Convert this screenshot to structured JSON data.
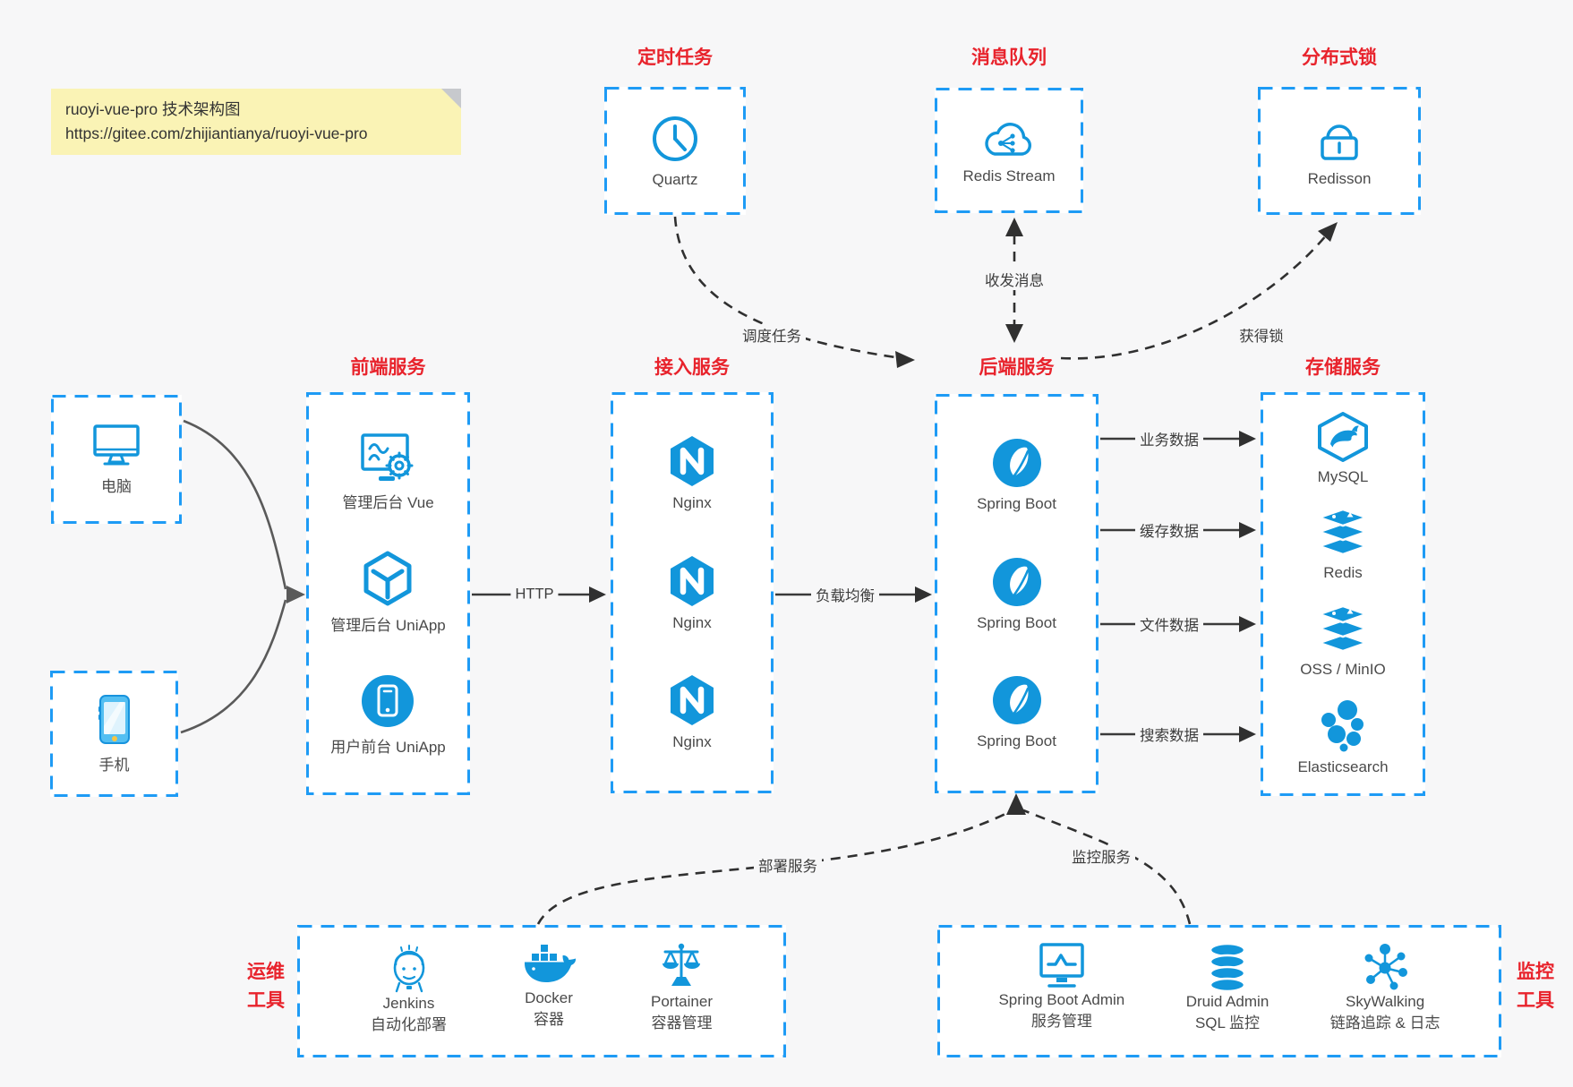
{
  "colors": {
    "icon_blue": "#1296db",
    "border_blue": "#1e9bf5",
    "title_red": "#e8232c",
    "note_bg": "#faf3b5",
    "canvas_bg": "#f7f7f8",
    "arrow_dark": "#303030",
    "arrow_gray": "#5a5a5a",
    "label_ink": "#4a4a4a"
  },
  "note": {
    "line1": "ruoyi-vue-pro 技术架构图",
    "line2": "https://gitee.com/zhijiantianya/ruoyi-vue-pro"
  },
  "top": {
    "timer": {
      "title": "定时任务",
      "label": "Quartz"
    },
    "mq": {
      "title": "消息队列",
      "label": "Redis Stream"
    },
    "lock": {
      "title": "分布式锁",
      "label": "Redisson"
    }
  },
  "clients": {
    "pc": {
      "label": "电脑"
    },
    "mobile": {
      "label": "手机"
    }
  },
  "columns": {
    "frontend": {
      "title": "前端服务",
      "items": [
        {
          "label": "管理后台 Vue"
        },
        {
          "label": "管理后台 UniApp"
        },
        {
          "label": "用户前台 UniApp"
        }
      ]
    },
    "access": {
      "title": "接入服务",
      "items": [
        {
          "label": "Nginx"
        },
        {
          "label": "Nginx"
        },
        {
          "label": "Nginx"
        }
      ]
    },
    "backend": {
      "title": "后端服务",
      "items": [
        {
          "label": "Spring Boot"
        },
        {
          "label": "Spring Boot"
        },
        {
          "label": "Spring Boot"
        }
      ]
    },
    "storage": {
      "title": "存储服务",
      "items": [
        {
          "label": "MySQL"
        },
        {
          "label": "Redis"
        },
        {
          "label": "OSS / MinIO"
        },
        {
          "label": "Elasticsearch"
        }
      ]
    }
  },
  "bottom": {
    "ops": {
      "side1": "运维",
      "side2": "工具",
      "items": [
        {
          "name": "Jenkins",
          "desc": "自动化部署"
        },
        {
          "name": "Docker",
          "desc": "容器"
        },
        {
          "name": "Portainer",
          "desc": "容器管理"
        }
      ]
    },
    "monitor": {
      "side1": "监控",
      "side2": "工具",
      "items": [
        {
          "name": "Spring Boot Admin",
          "desc": "服务管理"
        },
        {
          "name": "Druid Admin",
          "desc": "SQL 监控"
        },
        {
          "name": "SkyWalking",
          "desc": "链路追踪 & 日志"
        }
      ]
    }
  },
  "edges": {
    "http": "HTTP",
    "lb": "负载均衡",
    "schedule": "调度任务",
    "message": "收发消息",
    "lock": "获得锁",
    "business": "业务数据",
    "cache": "缓存数据",
    "file": "文件数据",
    "search": "搜索数据",
    "deploy": "部署服务",
    "monitor": "监控服务"
  }
}
